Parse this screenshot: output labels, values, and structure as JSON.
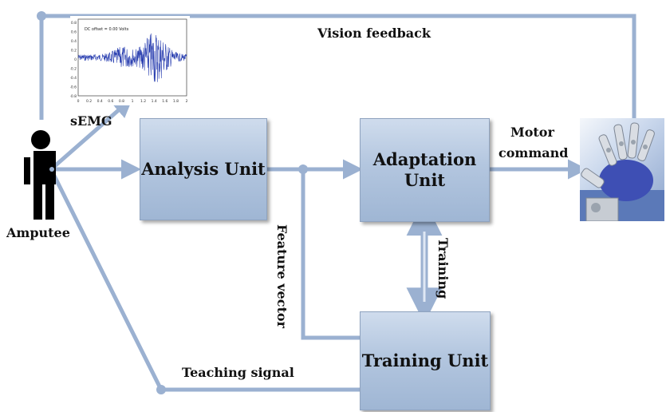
{
  "units": {
    "analysis": "Analysis Unit",
    "adaptation_line1": "Adaptation",
    "adaptation_line2": "Unit",
    "training": "Training Unit"
  },
  "labels": {
    "vision_feedback": "Vision feedback",
    "semg": "sEMG",
    "amputee": "Amputee",
    "motor_line1": "Motor",
    "motor_line2": "command",
    "feature_vector": "Feature vector",
    "training_arrow": "Training",
    "teaching_signal": "Teaching signal"
  },
  "emg_plot": {
    "annotation": "DC offset = 0.00 Volts",
    "x_ticks": [
      "0",
      "0.2",
      "0.4",
      "0.6",
      "0.8",
      "1",
      "1.2",
      "1.4",
      "1.6",
      "1.8",
      "2"
    ],
    "y_ticks": [
      "0.8",
      "0.6",
      "0.4",
      "0.2",
      "0",
      "-0.2",
      "-0.4",
      "-0.6",
      "-0.8"
    ]
  },
  "colors": {
    "connector": "#9bb1d1",
    "box_fill": "#b3c6df",
    "signal": "#2a3fb0"
  }
}
